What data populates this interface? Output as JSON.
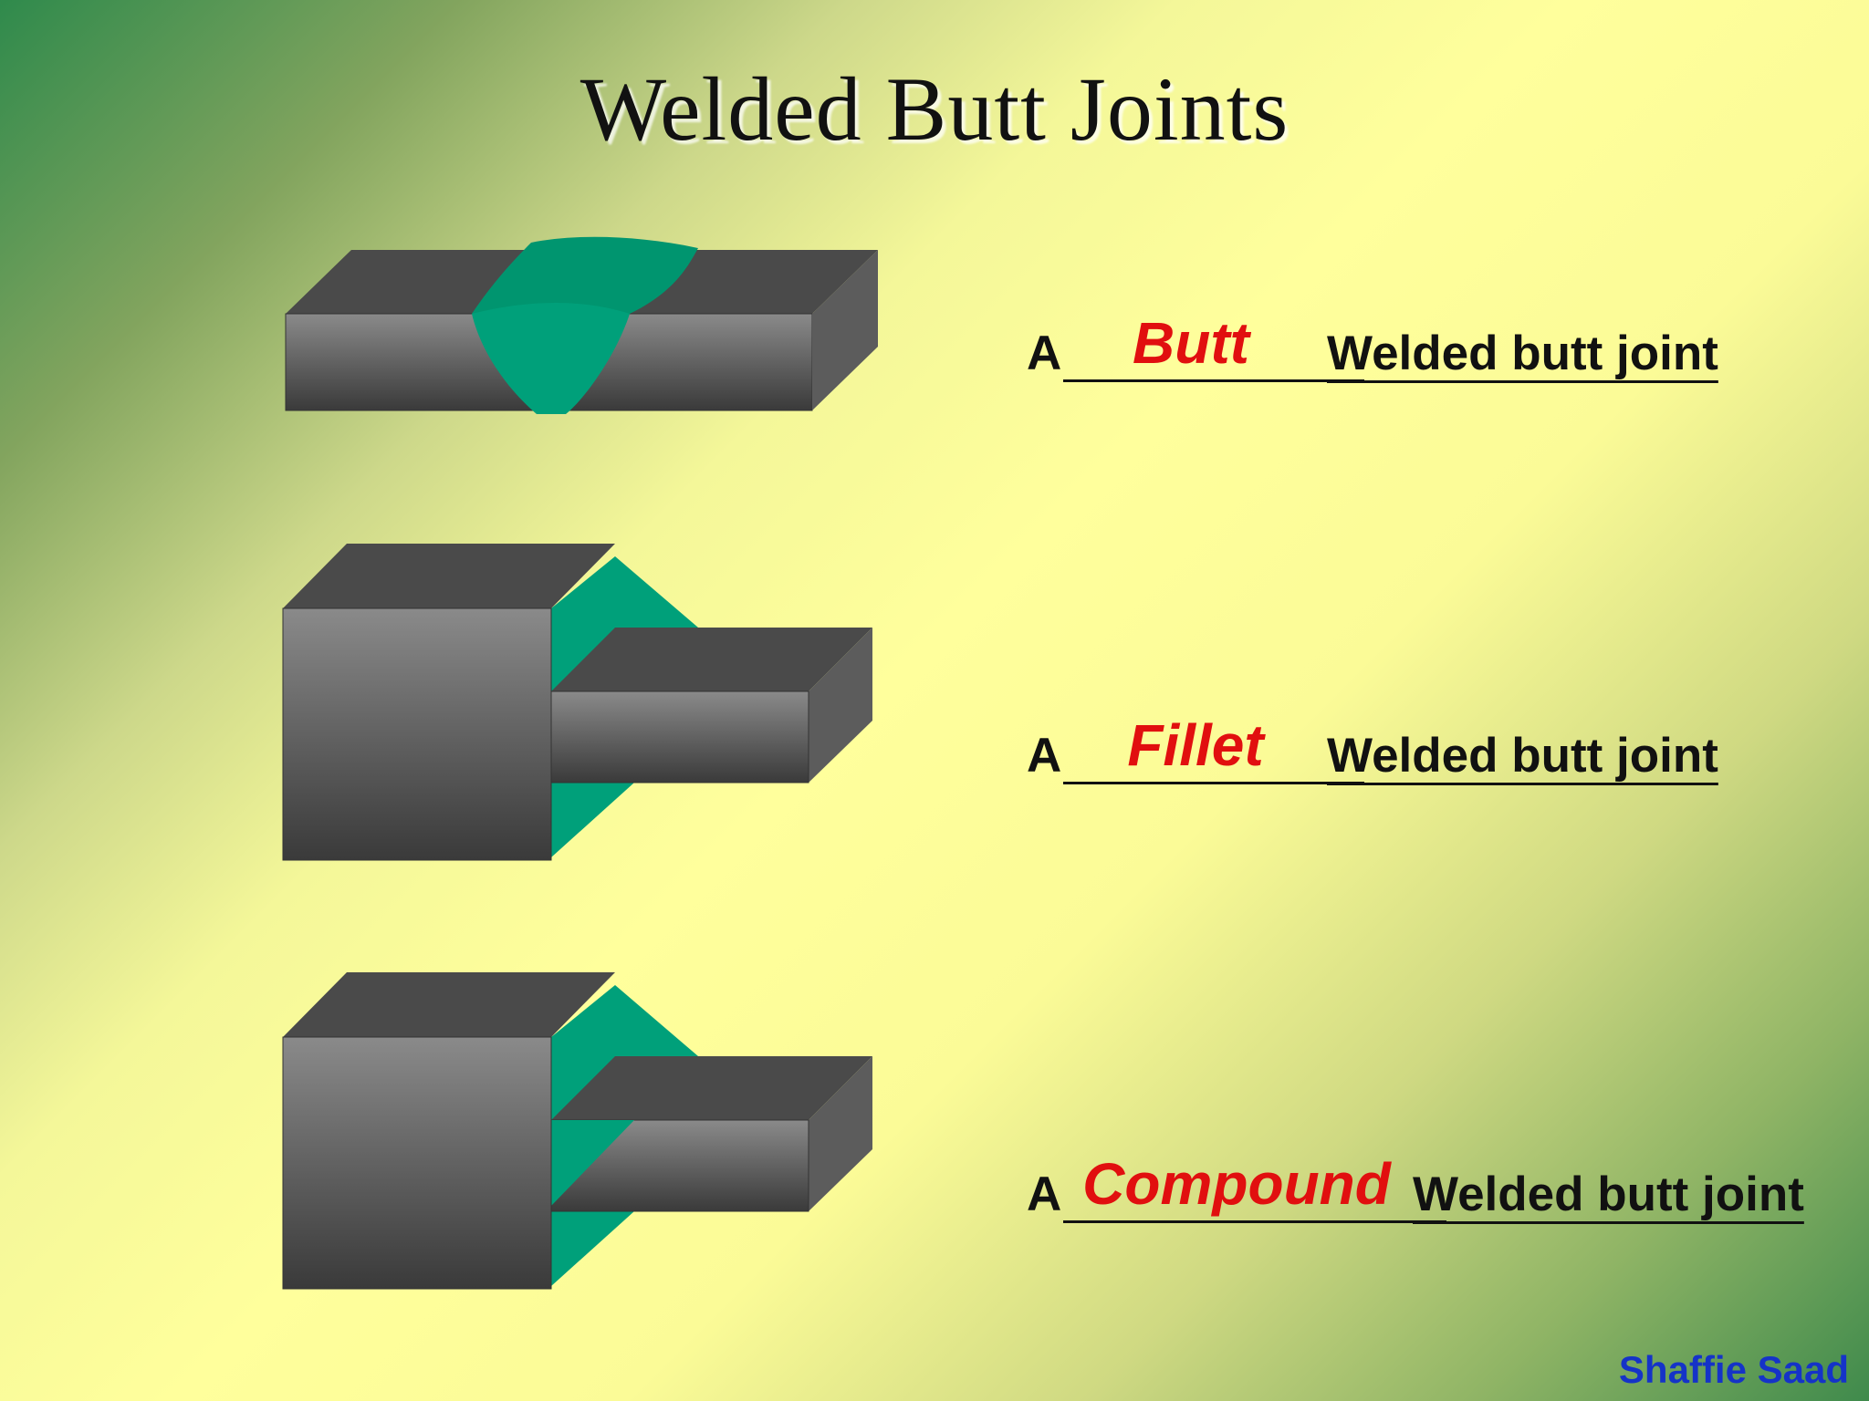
{
  "title": "Welded Butt Joints",
  "joints": [
    {
      "article": "A",
      "type": "Butt",
      "suffix": "Welded butt joint"
    },
    {
      "article": "A",
      "type": "Fillet",
      "suffix": "Welded butt joint"
    },
    {
      "article": "A",
      "type": "Compound",
      "suffix": "Welded butt joint"
    }
  ],
  "credit": "Shaffie Saad",
  "colors": {
    "plate_top": "#4a4a4a",
    "plate_side": "#5f5f5f",
    "weld": "#00a07a",
    "type_text": "#e10f0f",
    "credit_text": "#1533c8"
  }
}
